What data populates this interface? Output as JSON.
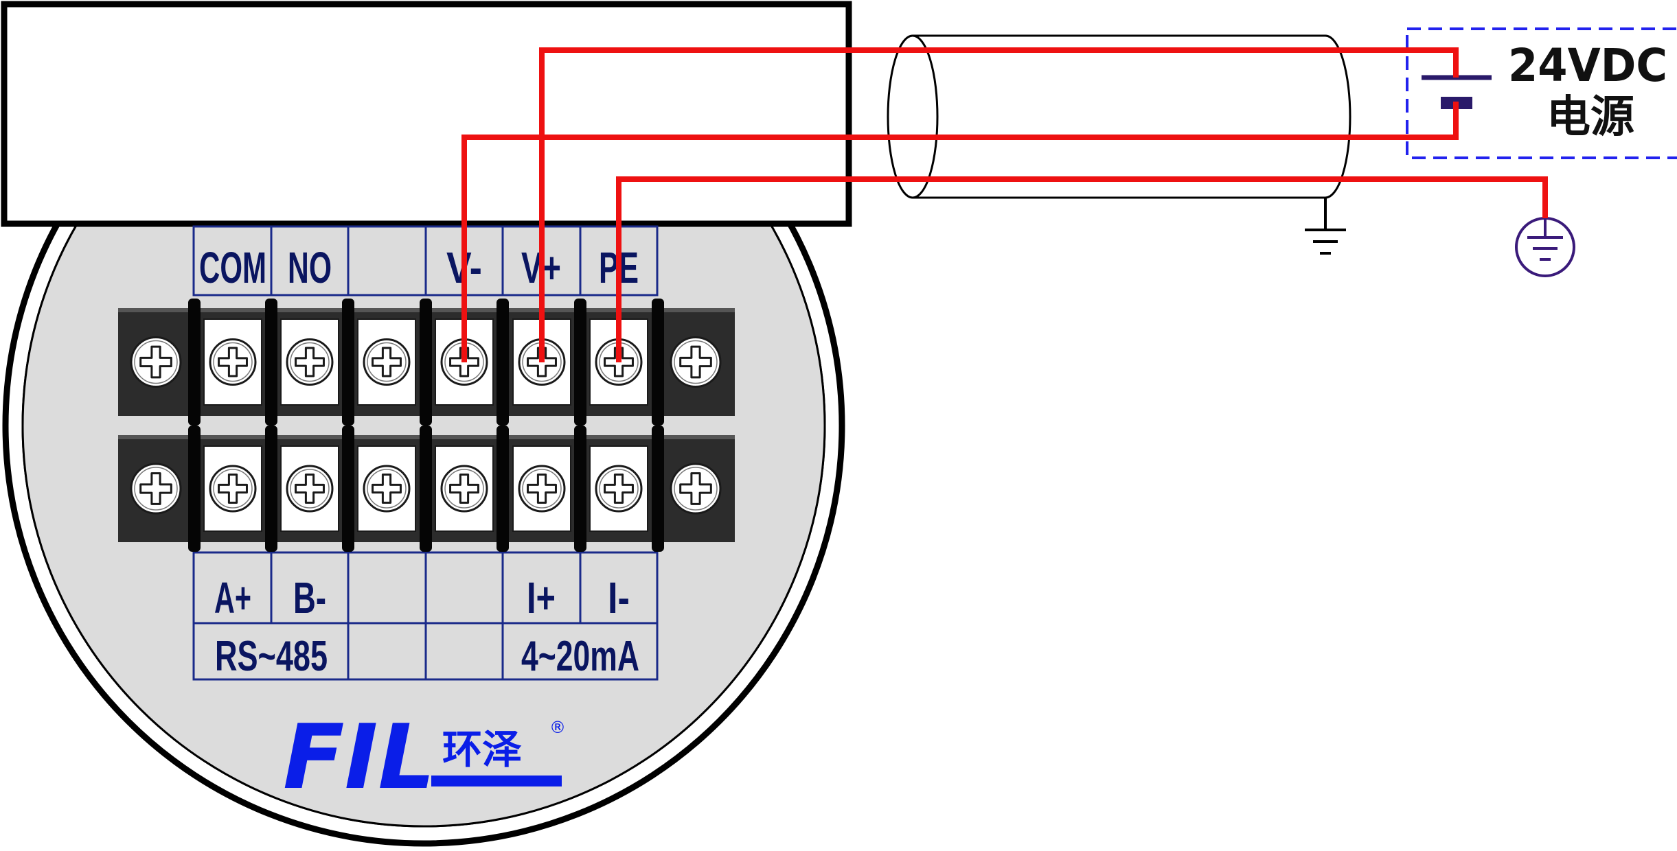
{
  "terminals": {
    "top_labels": [
      "COM",
      "NO",
      "",
      "V-",
      "V+",
      "PE"
    ],
    "bottom_labels": [
      "A+",
      "B-",
      "",
      "",
      "I+",
      "I-"
    ],
    "bottom_group_labels": [
      "RS~485",
      "",
      "",
      "4~20mA"
    ]
  },
  "power_supply": {
    "voltage": "24VDC",
    "name": "电源"
  },
  "logo": {
    "brand": "FIL",
    "chinese": "环泽",
    "registered": "®"
  },
  "colors": {
    "wire": "#ee1111",
    "label": "#0a1560",
    "grid": "#1a2a8a",
    "logo": "#0a1ee8",
    "psu_border": "#2222ee",
    "earth_symbol": "#3a1a7a",
    "housing_fill": "#dcdcdc",
    "strip": "#2c2c2c"
  },
  "icons": {
    "screw": "phillips-screw-icon",
    "ground": "ground-icon",
    "earth": "protective-earth-icon",
    "battery": "battery-icon"
  }
}
